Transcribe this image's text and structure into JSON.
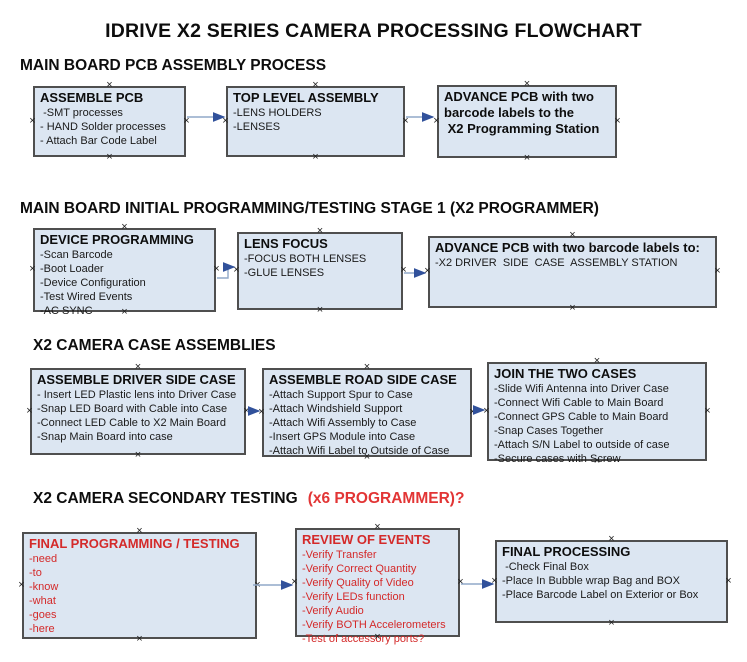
{
  "title": "IDRIVE X2  SERIES CAMERA PROCESSING FLOWCHART",
  "colors": {
    "box_fill": "#dce6f2",
    "box_border": "#4f4f4f",
    "arrow_line": "#90a8c8",
    "arrow_head": "#31519b",
    "red_text": "#d42a2a",
    "heading_red": "#e23535"
  },
  "sections": [
    {
      "heading": "MAIN BOARD PCB ASSEMBLY PROCESS",
      "boxes": [
        {
          "title": "ASSEMBLE PCB",
          "items": [
            " -SMT processes",
            "- HAND Solder processes",
            "- Attach Bar Code Label"
          ]
        },
        {
          "title": "TOP LEVEL ASSEMBLY",
          "items": [
            "-LENS HOLDERS",
            "-LENSES"
          ]
        },
        {
          "title": "ADVANCE PCB with two\nbarcode labels to the\n X2 Programming Station",
          "items": []
        }
      ]
    },
    {
      "heading": "MAIN BOARD INITIAL PROGRAMMING/TESTING STAGE 1 (X2 PROGRAMMER)",
      "boxes": [
        {
          "title": "DEVICE PROGRAMMING",
          "items": [
            "-Scan Barcode",
            "-Boot Loader",
            "-Device Configuration",
            "-Test Wired Events",
            "-AC SYNC"
          ]
        },
        {
          "title": "LENS FOCUS",
          "items": [
            "-FOCUS BOTH LENSES",
            "-GLUE LENSES"
          ]
        },
        {
          "title": "ADVANCE PCB with two barcode labels to:",
          "items": [
            "-X2 DRIVER  SIDE  CASE  ASSEMBLY STATION"
          ]
        }
      ]
    },
    {
      "heading": "X2 CAMERA CASE ASSEMBLIES",
      "boxes": [
        {
          "title": "ASSEMBLE DRIVER SIDE CASE",
          "items": [
            "- Insert LED Plastic lens into Driver Case",
            "-Snap LED Board with Cable into Case",
            "-Connect LED Cable to X2 Main Board",
            "-Snap Main Board into case"
          ]
        },
        {
          "title": "ASSEMBLE ROAD SIDE CASE",
          "items": [
            "-Attach Support Spur to Case",
            "-Attach Windshield Support",
            "-Attach Wifi Assembly to Case",
            "-Insert GPS Module into Case",
            "-Attach Wifi Label to Outside of Case"
          ]
        },
        {
          "title": "JOIN THE TWO CASES",
          "items": [
            "-Slide Wifi Antenna into Driver Case",
            "-Connect Wifi Cable to Main Board",
            "-Connect GPS Cable to Main Board",
            "-Snap Cases Together",
            "-Attach S/N Label to outside of case",
            "-Secure cases with Screw"
          ]
        }
      ]
    },
    {
      "heading": "X2 CAMERA SECONDARY TESTING",
      "heading_red": "(x6 PROGRAMMER)?",
      "boxes": [
        {
          "title": "FINAL PROGRAMMING / TESTING",
          "items": [
            "-need",
            "-to",
            "-know",
            "-what",
            "-goes",
            "-here"
          ]
        },
        {
          "title": "REVIEW OF EVENTS",
          "items": [
            "-Verify Transfer",
            "-Verify Correct Quantity",
            "-Verify Quality of Video",
            "-Verify LEDs function",
            "-Verify Audio",
            "-Verify BOTH Accelerometers",
            "-Test of accessory ports?"
          ]
        },
        {
          "title": "FINAL PROCESSING",
          "items": [
            " -Check Final Box",
            "-Place In Bubble wrap Bag and BOX",
            "-Place Barcode Label on Exterior or Box"
          ]
        }
      ]
    }
  ],
  "connections": [
    {
      "from": "ASSEMBLE PCB",
      "to": "TOP LEVEL ASSEMBLY"
    },
    {
      "from": "TOP LEVEL ASSEMBLY",
      "to": "ADVANCE PCB with two barcode labels to the X2 Programming Station"
    },
    {
      "from": "DEVICE PROGRAMMING",
      "to": "LENS FOCUS"
    },
    {
      "from": "LENS FOCUS",
      "to": "ADVANCE PCB with two barcode labels to:"
    },
    {
      "from": "ASSEMBLE DRIVER SIDE CASE",
      "to": "ASSEMBLE ROAD SIDE CASE"
    },
    {
      "from": "ASSEMBLE ROAD SIDE CASE",
      "to": "JOIN THE TWO CASES"
    },
    {
      "from": "FINAL PROGRAMMING / TESTING",
      "to": "REVIEW OF EVENTS"
    },
    {
      "from": "REVIEW OF EVENTS",
      "to": "FINAL PROCESSING"
    }
  ]
}
